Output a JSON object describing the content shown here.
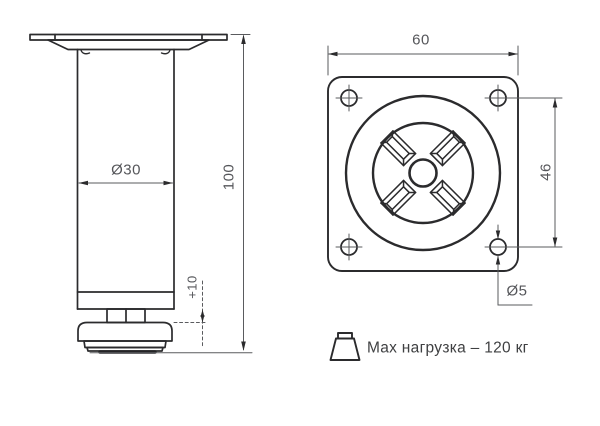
{
  "drawing": {
    "title": "adjustable furniture leg technical drawing",
    "side_view": {
      "diameter_label": "Ø30",
      "height_label": "100",
      "adjustment_label": "+10"
    },
    "top_view": {
      "width_label": "60",
      "hole_spacing_label": "46",
      "hole_diameter_label": "Ø5"
    },
    "note": {
      "icon": "weight-icon",
      "text": "Max нагрузка – 120 кг"
    },
    "colors": {
      "object_line": "#2b2b2d",
      "dimension_line": "#5a5b5e",
      "text": "#55565a",
      "background": "#ffffff"
    }
  }
}
